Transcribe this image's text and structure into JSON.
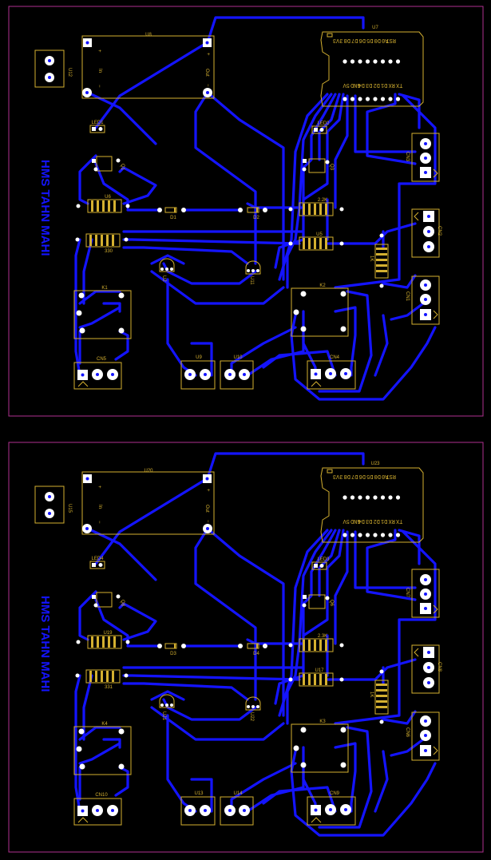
{
  "boards": [
    {
      "id": "top",
      "brand_text": "HMS TAHN MAHI",
      "regulator": {
        "ref": "U8",
        "in_label": "In",
        "out_label": "Out",
        "plus": "+",
        "minus": "−"
      },
      "mcu": {
        "ref": "U7",
        "top_pins": [
          "RST",
          "A0",
          "D0",
          "D5",
          "D6",
          "D7",
          "D8",
          "3V3"
        ],
        "bottom_pins": [
          "TX",
          "RX",
          "D1",
          "D2",
          "D3",
          "D4",
          "GND",
          "5V"
        ]
      },
      "dc_jack": "U12",
      "leds": [
        "LED1",
        "LED2"
      ],
      "q_left": "Q1",
      "q_right": "Q3",
      "resistors": {
        "r_left_top": "U6",
        "r_left_bot": "330",
        "r_mid_top": "2.2K",
        "r_mid_bot": "U5",
        "r_right": "1K"
      },
      "diodes": [
        "D1",
        "D2"
      ],
      "transistors": [
        "U2",
        "U11"
      ],
      "relays": [
        "K1",
        "K2"
      ],
      "connectors": {
        "cn_right_top": "CN3",
        "cn_right_mid": "CN2",
        "cn_right_bot": "CN1",
        "cn_bot_left": "CN5",
        "cn_bot_right": "CN4",
        "u_a": "U9",
        "u_b": "U10"
      }
    },
    {
      "id": "bottom",
      "brand_text": "HMS TAHN MAHI",
      "regulator": {
        "ref": "U20",
        "in_label": "In",
        "out_label": "Out",
        "plus": "+",
        "minus": "−"
      },
      "mcu": {
        "ref": "U23",
        "top_pins": [
          "RST",
          "A0",
          "D0",
          "D5",
          "D6",
          "D7",
          "D8",
          "3V3"
        ],
        "bottom_pins": [
          "TX",
          "RX",
          "D1",
          "D2",
          "D3",
          "D4",
          "GND",
          "5V"
        ]
      },
      "dc_jack": "U15",
      "leds": [
        "LED4",
        "LED3"
      ],
      "q_left": "Q8",
      "q_right": "Q6",
      "resistors": {
        "r_left_top": "U19",
        "r_left_bot": "331",
        "r_mid_top": "2.3K",
        "r_mid_bot": "U17",
        "r_right": "1K"
      },
      "diodes": [
        "D3",
        "D4"
      ],
      "transistors": [
        "U21",
        "U22"
      ],
      "relays": [
        "K4",
        "K3"
      ],
      "connectors": {
        "cn_right_top": "CN7",
        "cn_right_mid": "CN8",
        "cn_right_bot": "CN6",
        "cn_bot_left": "CN10",
        "cn_bot_right": "CN9",
        "u_a": "U13",
        "u_b": "U14"
      }
    }
  ]
}
